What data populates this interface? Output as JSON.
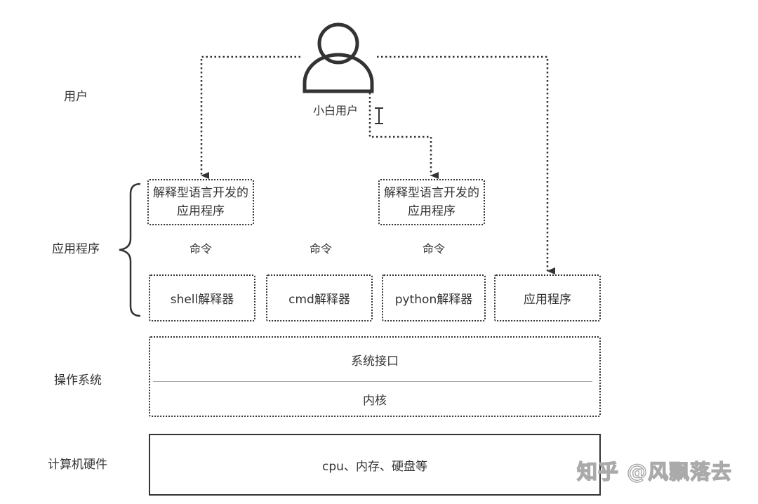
{
  "layers": {
    "user": "用户",
    "application": "应用程序",
    "os": "操作系统",
    "hardware": "计算机硬件"
  },
  "user_node": {
    "label": "小白用户",
    "icon": "user-avatar-icon"
  },
  "app_layer": {
    "dev_app_left": "解释型语言开发的应用程序",
    "dev_app_right": "解释型语言开发的应用程序",
    "command_labels": [
      "命令",
      "命令",
      "命令"
    ],
    "interpreters": [
      "shell解释器",
      "cmd解释器",
      "python解释器"
    ],
    "app_box": "应用程序"
  },
  "os_layer": {
    "system_interface": "系统接口",
    "kernel": "内核"
  },
  "hardware_layer": {
    "components": "cpu、内存、硬盘等"
  },
  "watermark": "知乎 @风飘落去",
  "colors": {
    "line": "#333333",
    "divider": "#aaaaaa",
    "background": "#ffffff"
  }
}
